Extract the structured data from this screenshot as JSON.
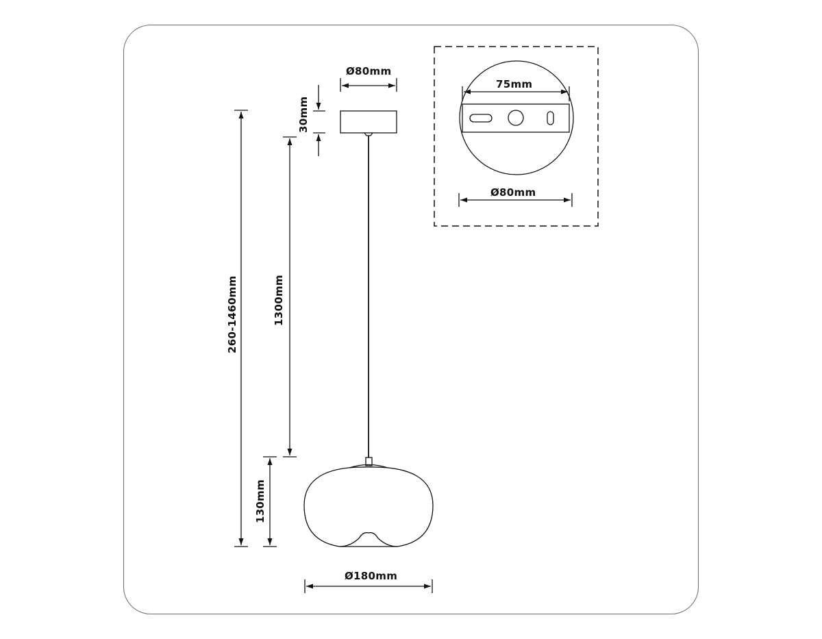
{
  "diagram": {
    "type": "technical dimension drawing",
    "subject": "pendant lamp",
    "colors": {
      "line": "#111111",
      "frame": "#6b6b6b",
      "background": "#ffffff"
    },
    "labels": {
      "canopy_diameter": "Ø80mm",
      "canopy_height": "30mm",
      "total_height": "260-1460mm",
      "cable_length": "1300mm",
      "shade_height": "130mm",
      "shade_diameter": "Ø180mm",
      "mount_bracket_width": "75mm",
      "mount_plate_diameter": "Ø80mm"
    },
    "parts": [
      "canopy",
      "cable",
      "shade",
      "mounting-plate-detail"
    ]
  }
}
